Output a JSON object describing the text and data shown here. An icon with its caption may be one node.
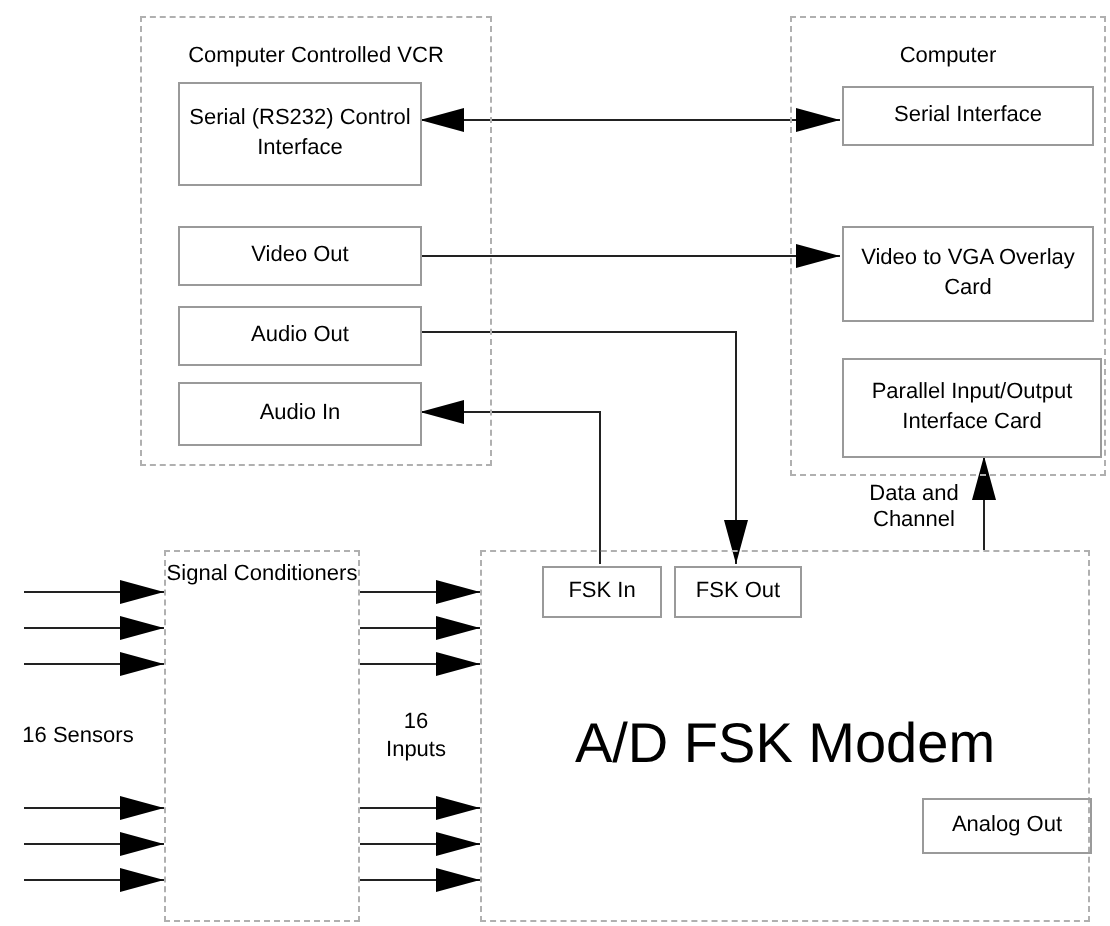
{
  "diagram": {
    "nodes": [
      {
        "text": [
          "Computer Controlled VCR"
        ]
      },
      {
        "text": [
          "Serial (RS232) Control Interface"
        ],
        "in": 0
      },
      {
        "text": [
          "Video Out"
        ],
        "in": 0
      },
      {
        "text": [
          "Audio Out"
        ],
        "in": 0
      },
      {
        "text": [
          "Audio In"
        ],
        "in": 0
      },
      {
        "text": [
          "Computer"
        ]
      },
      {
        "text": [
          "Serial Interface"
        ],
        "in": 5
      },
      {
        "text": [
          "Video to VGA Overlay Card"
        ],
        "in": 5
      },
      {
        "text": [
          "Parallel Input/Output Interface Card"
        ],
        "in": 5
      },
      {
        "text": [
          "Signal Conditioners"
        ]
      },
      {
        "text": [
          "A/D FSK Modem"
        ]
      },
      {
        "text": [
          "FSK In"
        ],
        "in": 10
      },
      {
        "text": [
          "FSK Out"
        ],
        "in": 10
      },
      {
        "text": [
          "Analog Out"
        ],
        "in": 10
      }
    ],
    "edges": [
      {
        "from": 1,
        "to": 6,
        "arrow": "both"
      },
      {
        "from": 2,
        "to": 7,
        "arrow": "to"
      },
      {
        "from": 3,
        "to": 12,
        "arrow": "to"
      },
      {
        "from": 11,
        "to": 4,
        "arrow": "to"
      },
      {
        "from": 10,
        "to": 8,
        "arrow": "to",
        "label": "Data and Channel"
      },
      {
        "from": null,
        "to": 9,
        "arrow": "to"
      },
      {
        "from": null,
        "to": 9,
        "arrow": "to"
      },
      {
        "from": null,
        "to": 9,
        "arrow": "to"
      },
      {
        "from": null,
        "to": 9,
        "arrow": "to"
      },
      {
        "from": null,
        "to": 9,
        "arrow": "to"
      },
      {
        "from": null,
        "to": 9,
        "arrow": "to"
      },
      {
        "from": 9,
        "to": 10,
        "arrow": "to"
      },
      {
        "from": 9,
        "to": 10,
        "arrow": "to"
      },
      {
        "from": 9,
        "to": 10,
        "arrow": "to"
      },
      {
        "from": 9,
        "to": 10,
        "arrow": "to"
      },
      {
        "from": 9,
        "to": 10,
        "arrow": "to"
      },
      {
        "from": 9,
        "to": 10,
        "arrow": "to"
      }
    ],
    "labels": [
      "16 Sensors",
      "16 Inputs"
    ]
  }
}
